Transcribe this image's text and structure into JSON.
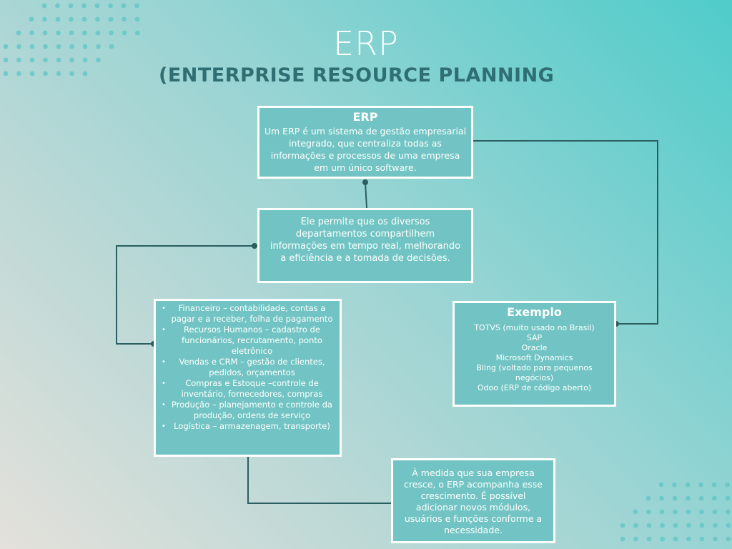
{
  "header": {
    "title": "ERP",
    "subtitle": "(ENTERPRISE RESOURCE PLANNING"
  },
  "boxes": {
    "erp": {
      "title": "ERP",
      "text": "Um ERP é um sistema de gestão empresarial integrado, que centraliza todas as informações e processos de uma empresa em um único software."
    },
    "departments": {
      "text": "Ele permite que os diversos departamentos  compartilhem informações em tempo real, melhorando a eficiência e a tomada de decisões."
    },
    "modules": {
      "items": [
        "Financeiro – contabilidade, contas a pagar e a receber, folha de pagamento",
        "Recursos Humanos – cadastro de funcionários, recrutamento, ponto eletrônico",
        "Vendas e CRM – gestão de clientes, pedidos, orçamentos",
        "Compras e Estoque –controle de inventário, fornecedores, compras",
        "Produção – planejamento e controle da produção, ordens de serviço",
        "Logística – armazenagem, transporte)"
      ]
    },
    "example": {
      "title": "Exemplo",
      "items": [
        "TOTVS (muito usado no Brasil)",
        "SAP",
        "Oracle",
        "Microsoft Dynamics",
        "Bling (voltado para pequenos negócios)",
        "Odoo (ERP de código aberto)"
      ]
    },
    "growth": {
      "text": "À medida que sua empresa cresce, o ERP acompanha esse crescimento. É possível adicionar novos módulos, usuários e funções conforme a necessidade."
    }
  },
  "colors": {
    "box_fill": "#72c4c4",
    "box_border": "#ffffff",
    "connector": "#2b5e60",
    "subtitle": "#2f6f73",
    "dots": "#5ec6c6"
  }
}
